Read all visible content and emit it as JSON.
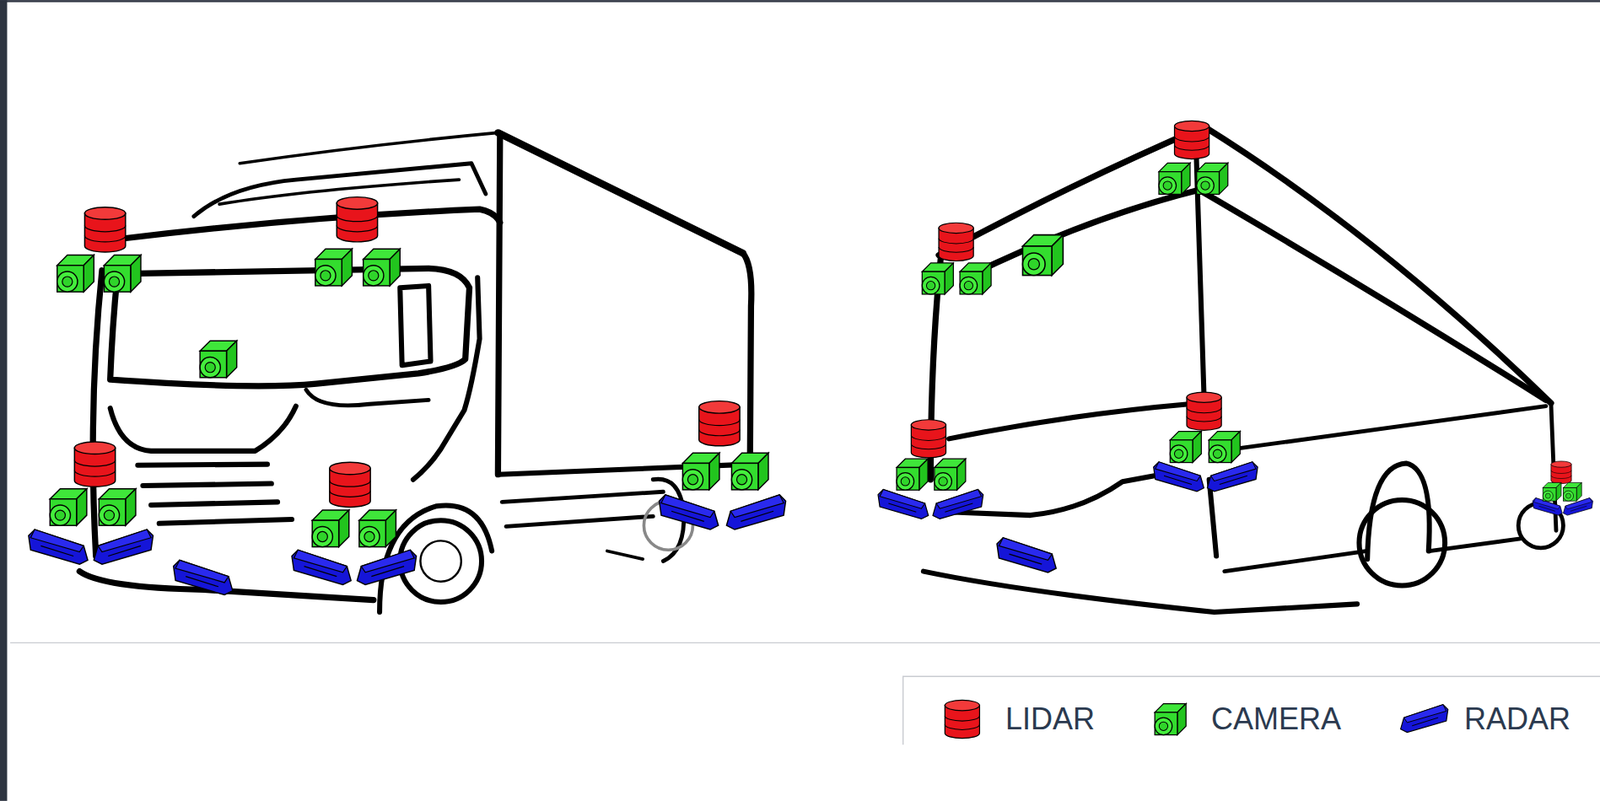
{
  "diagram": {
    "legend": [
      {
        "text": "LIDAR"
      },
      {
        "text": "CAMERA"
      },
      {
        "text": "RADAR"
      }
    ]
  }
}
